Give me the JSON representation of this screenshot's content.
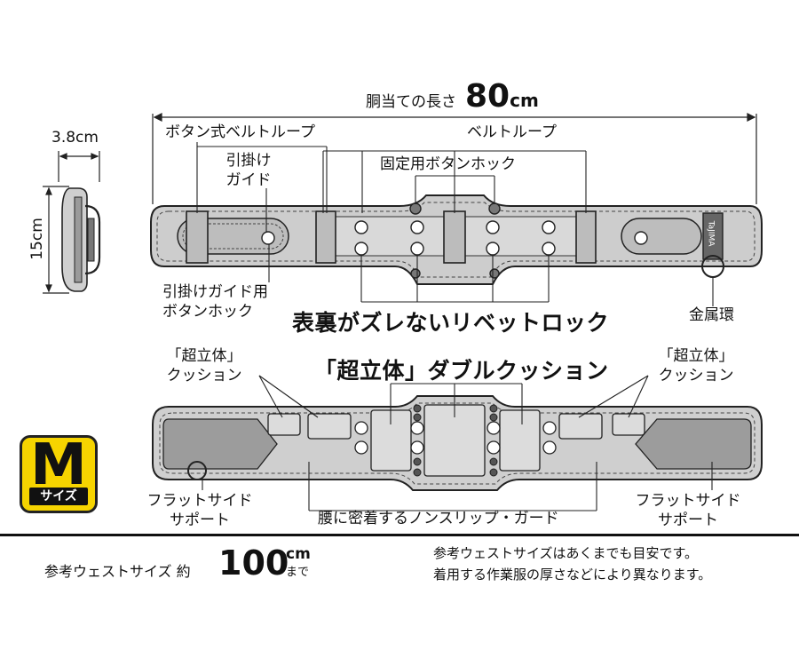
{
  "dimensions": {
    "length_label": "胴当ての長さ",
    "length_value": "80",
    "length_unit": "cm",
    "width_label": "3.8cm",
    "height_label": "15cm"
  },
  "top_view": {
    "button_belt_loop": "ボタン式ベルトループ",
    "belt_loop": "ベルトループ",
    "hook_guide": [
      "引掛け",
      "ガイド"
    ],
    "fixing_button_hook": "固定用ボタンホック",
    "hook_guide_button": [
      "引掛けガイド用",
      "ボタンホック"
    ],
    "rivet_lock": "表裏がズレないリベットロック",
    "metal_ring": "金属環",
    "brand": "TaJIMA"
  },
  "bottom_view": {
    "cushion_left": [
      "「超立体」",
      "クッション"
    ],
    "cushion_center": "「超立体」ダブルクッション",
    "cushion_right": [
      "「超立体」",
      "クッション"
    ],
    "flat_side_left": [
      "フラットサイド",
      "サポート"
    ],
    "flat_side_right": [
      "フラットサイド",
      "サポート"
    ],
    "non_slip_guard": "腰に密着するノンスリップ・ガード"
  },
  "size_badge": {
    "letter": "M",
    "word": "サイズ",
    "color": "#f6d400"
  },
  "footer": {
    "waist_label": "参考ウェストサイズ 約",
    "waist_value": "100",
    "waist_unit": "cm",
    "waist_suffix": "まで",
    "note_line1": "参考ウェストサイズはあくまでも目安です。",
    "note_line2": "着用する作業服の厚さなどにより異なります。"
  }
}
